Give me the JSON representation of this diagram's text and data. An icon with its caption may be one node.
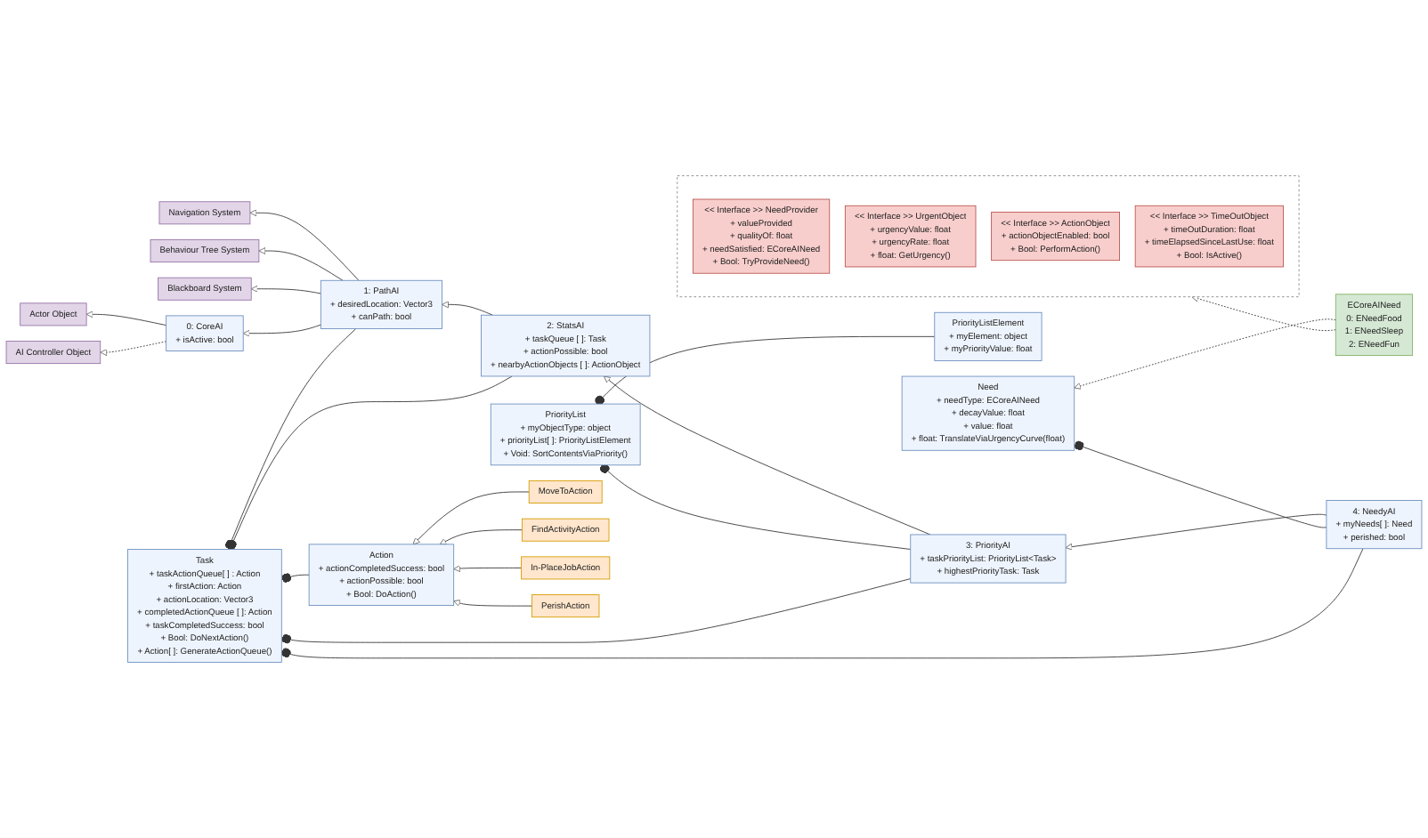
{
  "diagram": {
    "nodes": [
      {
        "text": [
          "Actor Object"
        ]
      },
      {
        "text": [
          "AI Controller Object"
        ]
      },
      {
        "text": [
          "Navigation System"
        ]
      },
      {
        "text": [
          "Behaviour Tree System"
        ]
      },
      {
        "text": [
          "Blackboard System"
        ]
      },
      {
        "text": [
          "0: CoreAI",
          "+ isActive: bool"
        ]
      },
      {
        "text": [
          "1: PathAI",
          "+ desiredLocation: Vector3",
          "+ canPath: bool"
        ]
      },
      {
        "text": [
          "2: StatsAI",
          "+ taskQueue [ ]: Task",
          "+ actionPossible: bool",
          "+ nearbyActionObjects [ ]: ActionObject"
        ]
      },
      {
        "text": [
          "PriorityListElement",
          "+ myElement: object",
          "+ myPriorityValue: float"
        ]
      },
      {
        "text": [
          "PriorityList",
          "+ myObjectType: object",
          "+ priorityList[ ]: PriorityListElement",
          "+ Void: SortContentsViaPriority()"
        ]
      },
      {
        "text": [
          "3: PriorityAI",
          "+ taskPriorityList: PriorityList<Task>",
          "+ highestPriorityTask: Task"
        ]
      },
      {
        "text": [
          "ECoreAINeed",
          "0: ENeedFood",
          "1: ENeedSleep",
          "2: ENeedFun"
        ]
      },
      {
        "text": [
          "Need",
          "+ needType: ECoreAINeed",
          "+ decayValue: float",
          "+ value: float",
          "+ float: TranslateViaUrgencyCurve(float)"
        ]
      },
      {
        "text": [
          "4: NeedyAI",
          "+ myNeeds[ ]: Need",
          "+ perished: bool"
        ]
      },
      {
        "text": [
          "Task",
          "+ taskActionQueue[ ] : Action",
          "+ firstAction: Action",
          "+ actionLocation: Vector3",
          "+ completedActionQueue [ ]: Action",
          "+ taskCompletedSuccess: bool",
          "+ Bool: DoNextAction()",
          "+ Action[ ]: GenerateActionQueue()"
        ]
      },
      {
        "text": [
          "Action",
          "+ actionCompletedSuccess: bool",
          "+ actionPossible: bool",
          "+ Bool: DoAction()"
        ]
      },
      {
        "text": [
          "MoveToAction"
        ]
      },
      {
        "text": [
          "FindActivityAction"
        ]
      },
      {
        "text": [
          "In-PlaceJobAction"
        ]
      },
      {
        "text": [
          "PerishAction"
        ]
      },
      {
        "text": [],
        "shape": "box"
      },
      {
        "text": [
          "<< Interface >> NeedProvider",
          "+ valueProvided",
          "+ qualityOf: float",
          "+ needSatisfied: ECoreAINeed",
          "+ Bool: TryProvideNeed()"
        ],
        "in": 20
      },
      {
        "text": [
          "<< Interface >> UrgentObject",
          "+ urgencyValue: float",
          "+ urgencyRate: float",
          "+ float: GetUrgency()"
        ],
        "in": 20
      },
      {
        "text": [
          "<< Interface >> ActionObject",
          "+ actionObjectEnabled: bool",
          "+ Bool: PerformAction()"
        ],
        "in": 20
      },
      {
        "text": [
          "<< Interface >> TimeOutObject",
          "+ timeOutDuration: float",
          "+ timeElapsedSinceLastUse: float",
          "+ Bool: IsActive()"
        ],
        "in": 20
      }
    ],
    "edges": [
      {
        "from": 5,
        "to": 0,
        "arrow": "to"
      },
      {
        "from": 5,
        "to": 1,
        "arrow": "to",
        "style": "dashed"
      },
      {
        "from": 6,
        "to": 2,
        "arrow": "to"
      },
      {
        "from": 6,
        "to": 3,
        "arrow": "to"
      },
      {
        "from": 6,
        "to": 4,
        "arrow": "to"
      },
      {
        "from": 6,
        "to": 5,
        "arrow": "to"
      },
      {
        "from": 7,
        "to": 6,
        "arrow": "to"
      },
      {
        "from": 10,
        "to": 7,
        "arrow": "to"
      },
      {
        "from": 13,
        "to": 10,
        "arrow": "to"
      },
      {
        "from": 8,
        "to": 9,
        "arrow": "other"
      },
      {
        "from": 10,
        "to": 9,
        "arrow": "other"
      },
      {
        "from": 11,
        "to": 12,
        "arrow": "to",
        "style": "dashed"
      },
      {
        "from": 11,
        "to": 20,
        "arrow": "to",
        "style": "dashed"
      },
      {
        "from": 13,
        "to": 12,
        "arrow": "other"
      },
      {
        "from": 6,
        "to": 14,
        "arrow": "other"
      },
      {
        "from": 15,
        "to": 14,
        "arrow": "other"
      },
      {
        "from": 7,
        "to": 14,
        "arrow": "other"
      },
      {
        "from": 10,
        "to": 14,
        "arrow": "other"
      },
      {
        "from": 13,
        "to": 14,
        "arrow": "other"
      },
      {
        "from": 16,
        "to": 15,
        "arrow": "to"
      },
      {
        "from": 17,
        "to": 15,
        "arrow": "to"
      },
      {
        "from": 18,
        "to": 15,
        "arrow": "to"
      },
      {
        "from": 19,
        "to": 15,
        "arrow": "to"
      }
    ]
  }
}
